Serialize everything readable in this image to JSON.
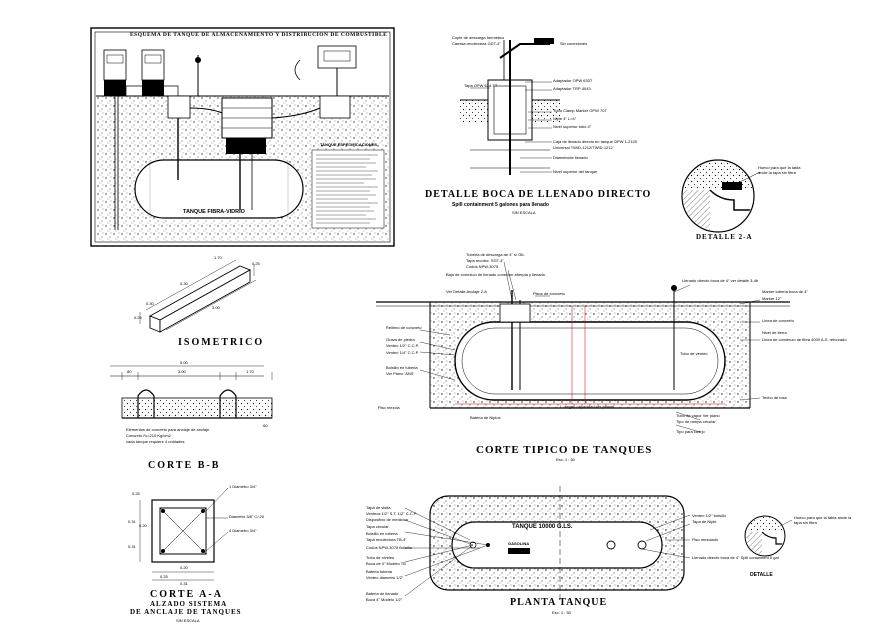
{
  "panel_esquema": {
    "title": "ESQUEMA DE TANQUE DE ALMACENAMIENTO Y DISTRIBUCION DE COMBUSTIBLE",
    "tank_label": "TANQUE FIBRA-VIDRIO"
  },
  "detalle_boca": {
    "title": "DETALLE BOCA DE LLENADO DIRECTO",
    "subtitle": "Spill containment 5 galones para llenado",
    "scale": "SIN ESCALA",
    "callouts": [
      "Cople de descarga hermetico",
      "Camisa recolectora GDT-4\"",
      "Tapa OPW 634-TT",
      "Adaptador OPW 633T",
      "Adaptador TRP-4043",
      "Tubo Clamp Marker OPW 707",
      "Niple 4\" L=4\"",
      "Nivel superior tubo 4\"",
      "Caja de llenado directo en tanque OPW 1-2100",
      "Universal TWID-1212/TWID-1212",
      "Diametrode llenado",
      "Nivel superior del tanque",
      "Sin conexiones"
    ]
  },
  "detalle_2a": {
    "title": "DETALLE 2-A",
    "note_1": "Hueco para que la tabla",
    "note_2": "ancle la tapa sin fibra"
  },
  "isometrico": {
    "title": "ISOMETRICO",
    "dims": [
      "1.70",
      "0.25",
      "0.30",
      "3.00",
      "0.30",
      "0.25"
    ]
  },
  "corte_bb": {
    "title": "CORTE B-B",
    "dims": [
      "5.00",
      ".80",
      "3.00",
      "1.70",
      ".60"
    ],
    "note_1": "Elementos de concreto para anclaje de anclaje",
    "note_2": "Concreto f'c=210 Kg/cm2",
    "note_3": "cada tanque requiere 4 unidades"
  },
  "corte_aa": {
    "title": "CORTE A-A",
    "subtitle_1": "ALZADO SISTEMA",
    "subtitle_2": "DE ANCLAJE DE TANQUES",
    "scale": "SIN ESCALA",
    "dims": [
      "0.25",
      "0.31",
      "0.20",
      "0.31",
      "0.20",
      "0.25",
      "0.31"
    ],
    "callouts": [
      "1 Diametro 3/4\"",
      "Diametro 3/8\" C/.20",
      "4 Diametro 3/4\""
    ]
  },
  "corte_tipico": {
    "title": "CORTE TIPICO DE TANQUES",
    "scale": "Esc. 1 : 50",
    "length_label": "L. segun capacidad ver planos",
    "left_callouts": [
      "Relleno de concreto",
      "Grava de piedra",
      "Venteo 1/2\" C.C.P.",
      "Venteo 1/4\" C.C.P.",
      "Bolsillo en tuberia",
      "Ver Plano 'ANS'",
      "Piso mezcla",
      "Bateria de Niplos"
    ],
    "top_callouts": [
      "Tuberia de descarga de 4\" s/ GIL",
      "Tapa recolec. SGT-4\"",
      "Codos NPW-3075",
      "Bajo de conexion de llenado conexion aherpia y llenado",
      "Ver Detalle Anclaje 2-A",
      "Pisos de concreto",
      "Llenado directo boca de 4\" ver detalle 3-4b"
    ],
    "right_callouts": [
      "Marker tuberia boca de 4\"",
      "Marker 12\"",
      "Linea de concreto",
      "Nivel de tierra",
      "Tubo de venteo",
      "Linea de comienzo de fibra 4000 A.S. reforzado",
      "Techo de losa",
      "Tubo de vapor Ver plano",
      "Tipo de rampa circular",
      "Tipo para cudrjo"
    ]
  },
  "planta_tanque": {
    "title": "PLANTA TANQUE",
    "scale": "Esc. 1 : 50",
    "tank_label": "TANQUE 10000 G.LS.",
    "tag": "GASOLINA",
    "left_callouts": [
      "Tapa de visita",
      "Venteos 1/2\" S.T. 1/2\" C.C.P.",
      "Dispositivo de medicion",
      "Tapa circular",
      "Bolsillo en tuberia",
      "Tapa recolectora TB-4\"",
      "Codos NPW-3075 Bolsillo",
      "Tubo de niveles",
      "Boca de 4\" Modelo TB",
      "Bateria tuberia",
      "Venteo diametro 1/2\"",
      "Bateria de llenado",
      "Boca 4\" Modelo 1/2\""
    ],
    "right_callouts": [
      "Venteo 1/2\" bolsillo",
      "Tapa de Niple",
      "Piso mezclado",
      "Llenado directo boca de 4\" Spill contaiment 5 gal"
    ]
  },
  "detalle_small": {
    "title": "DETALLE",
    "note": "Hueco para que la tabla ancle la tapa sin fibra"
  },
  "schedule_text": "TANQUE ESPECIFICACIONES"
}
